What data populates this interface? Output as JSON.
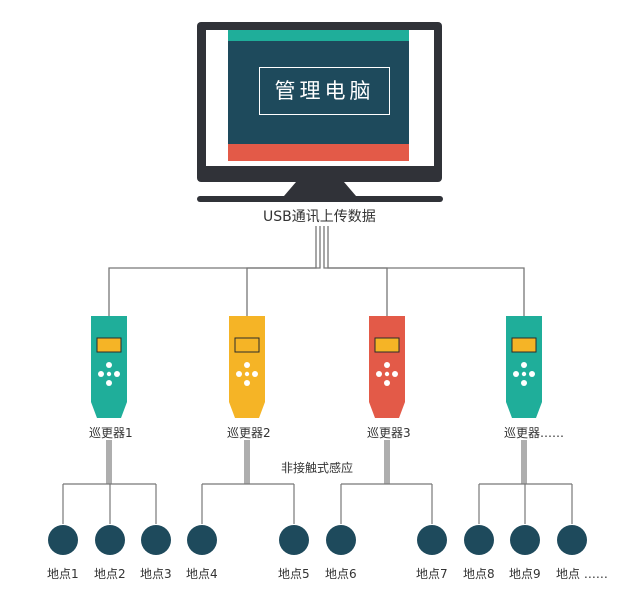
{
  "computer": {
    "screen_title": "管理电脑",
    "colors": {
      "frame": "#303238",
      "screen_bg": "#1e4a5c",
      "screen_inner": "#ffffff",
      "top_bar": "#1fae9a",
      "bottom_bar": "#e35a48"
    }
  },
  "upload_caption": "USB通讯上传数据",
  "sensing_caption": "非接触式感应",
  "devices": [
    {
      "label": "巡更器1",
      "color": "#1fae9a"
    },
    {
      "label": "巡更器2",
      "color": "#f5b426"
    },
    {
      "label": "巡更器3",
      "color": "#e35a48"
    },
    {
      "label": "巡更器……",
      "color": "#1fae9a"
    }
  ],
  "device_screen_color": "#f5b426",
  "points": [
    {
      "label": "地点1"
    },
    {
      "label": "地点2"
    },
    {
      "label": "地点3"
    },
    {
      "label": "地点4"
    },
    {
      "label": "地点5"
    },
    {
      "label": "地点6"
    },
    {
      "label": "地点7"
    },
    {
      "label": "地点8"
    },
    {
      "label": "地点9"
    },
    {
      "label": "地点 ……"
    }
  ],
  "point_color": "#1e4a5c",
  "line_color": "#777777"
}
